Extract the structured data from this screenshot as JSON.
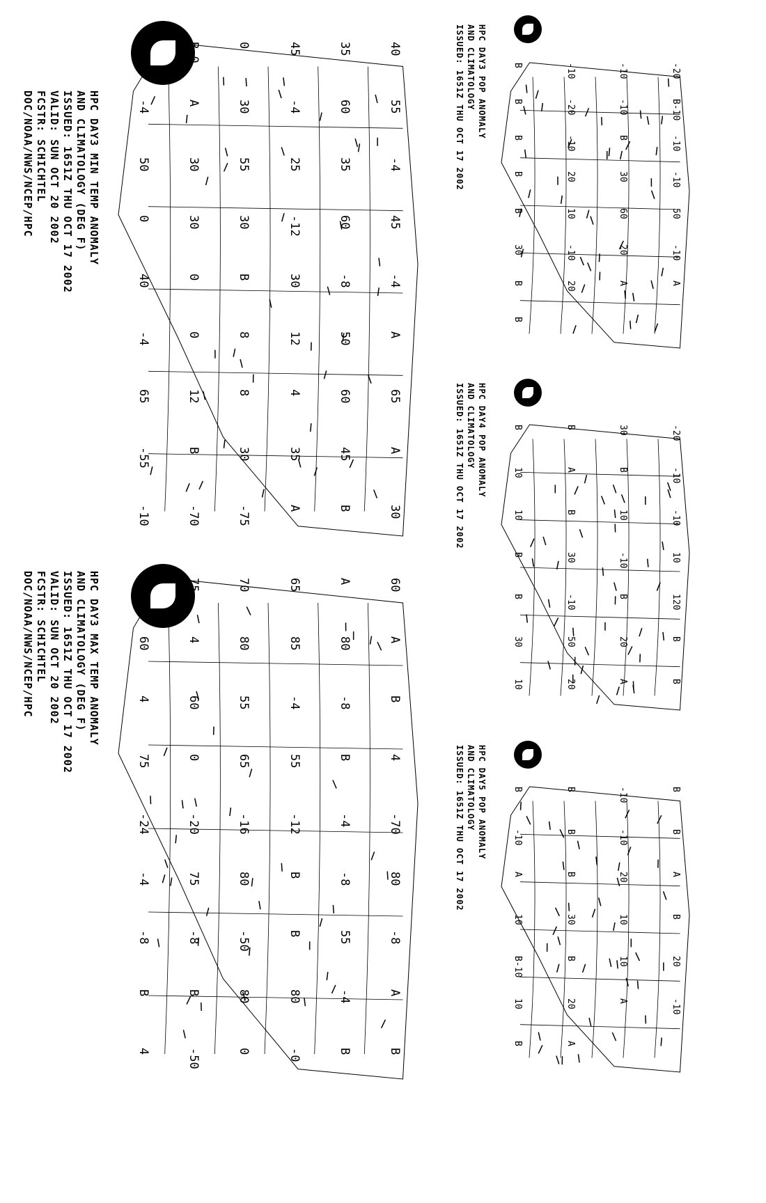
{
  "panels": [
    {
      "id": "day3-min",
      "header": [
        "HPC DAY3 MIN TEMP ANOMALY",
        "AND CLIMATOLOGY (DEG F)",
        "ISSUED: 1651Z THU OCT 17 2002",
        "VALID: SUN OCT 20 2002",
        "FCSTR: SCHICHTEL",
        "DOC/NOAA/NWS/NCEP/HPC"
      ],
      "labels": [
        "B",
        "B-0",
        "0",
        "45",
        "35",
        "40",
        "-4",
        "A",
        "30",
        "-4",
        "60",
        "55",
        "50",
        "30",
        "55",
        "25",
        "35",
        "-4",
        "0",
        "30",
        "30",
        "-12",
        "60",
        "45",
        "40",
        "0",
        "B",
        "30",
        "-8",
        "-4",
        "-4",
        "0",
        "8",
        "12",
        "50",
        "A",
        "65",
        "12",
        "8",
        "4",
        "60",
        "65",
        "-55",
        "B",
        "30",
        "35",
        "45",
        "A",
        "-10",
        "-70",
        "-75",
        "A",
        "B",
        "30"
      ]
    },
    {
      "id": "day3-max",
      "header": [
        "HPC DAY3 MAX TEMP ANOMALY",
        "AND CLIMATOLOGY (DEG F)",
        "ISSUED: 1651Z THU OCT 17 2002",
        "VALID: SUN OCT 20 2002",
        "FCSTR: SCHICHTEL",
        "DOC/NOAA/NWS/NCEP/HPC"
      ],
      "labels": [
        "0",
        "75",
        "70",
        "65",
        "A",
        "60",
        "60",
        "4",
        "80",
        "85",
        "80",
        "A",
        "4",
        "60",
        "55",
        "-4",
        "-8",
        "B",
        "75",
        "0",
        "65",
        "55",
        "B",
        "4",
        "-24",
        "-20",
        "-16",
        "-12",
        "-4",
        "-70",
        "-4",
        "75",
        "80",
        "B",
        "-8",
        "80",
        "-8",
        "-8",
        "-50",
        "B",
        "55",
        "-8",
        "B",
        "B",
        "80",
        "80",
        "-4",
        "A",
        "4",
        "-50",
        "0",
        "-0",
        "B",
        "B"
      ]
    },
    {
      "id": "day3-pop",
      "header": [
        "HPC DAY3 POP ANOMALY",
        "AND CLIMATOLOGY",
        "ISSUED: 1651Z THU OCT 17 2002"
      ],
      "labels": [
        "B",
        "-10",
        "-10",
        "-20",
        "B",
        "-20",
        "-10",
        "B-10",
        "B",
        "-10",
        "B",
        "-10",
        "B",
        "20",
        "30",
        "-10",
        "B",
        "10",
        "60",
        "50",
        "30",
        "-10",
        "20",
        "-10",
        "B",
        "20",
        "A",
        "A",
        "B"
      ]
    },
    {
      "id": "day4-pop",
      "header": [
        "HPC DAY4 POP ANOMALY",
        "AND CLIMATOLOGY",
        "ISSUED: 1651Z THU OCT 17 2002"
      ],
      "labels": [
        "B",
        "B",
        "30",
        "-20",
        "10",
        "A",
        "B",
        "-10",
        "10",
        "B",
        "10",
        "-10",
        "B",
        "30",
        "-10",
        "10",
        "B",
        "-10",
        "B",
        "120",
        "30",
        "50",
        "20",
        "B",
        "10",
        "20",
        "A",
        "B"
      ]
    },
    {
      "id": "day5-pop",
      "header": [
        "HPC DAY5 POP ANOMALY",
        "AND CLIMATOLOGY",
        "ISSUED: 1651Z THU OCT 17 2002"
      ],
      "labels": [
        "B",
        "B",
        "-10",
        "B",
        "-10",
        "B",
        "-10",
        "B",
        "A",
        "B",
        "20",
        "A",
        "10",
        "30",
        "10",
        "B",
        "B-10",
        "B",
        "10",
        "20",
        "10",
        "20",
        "A",
        "-10",
        "B",
        "A"
      ]
    }
  ]
}
